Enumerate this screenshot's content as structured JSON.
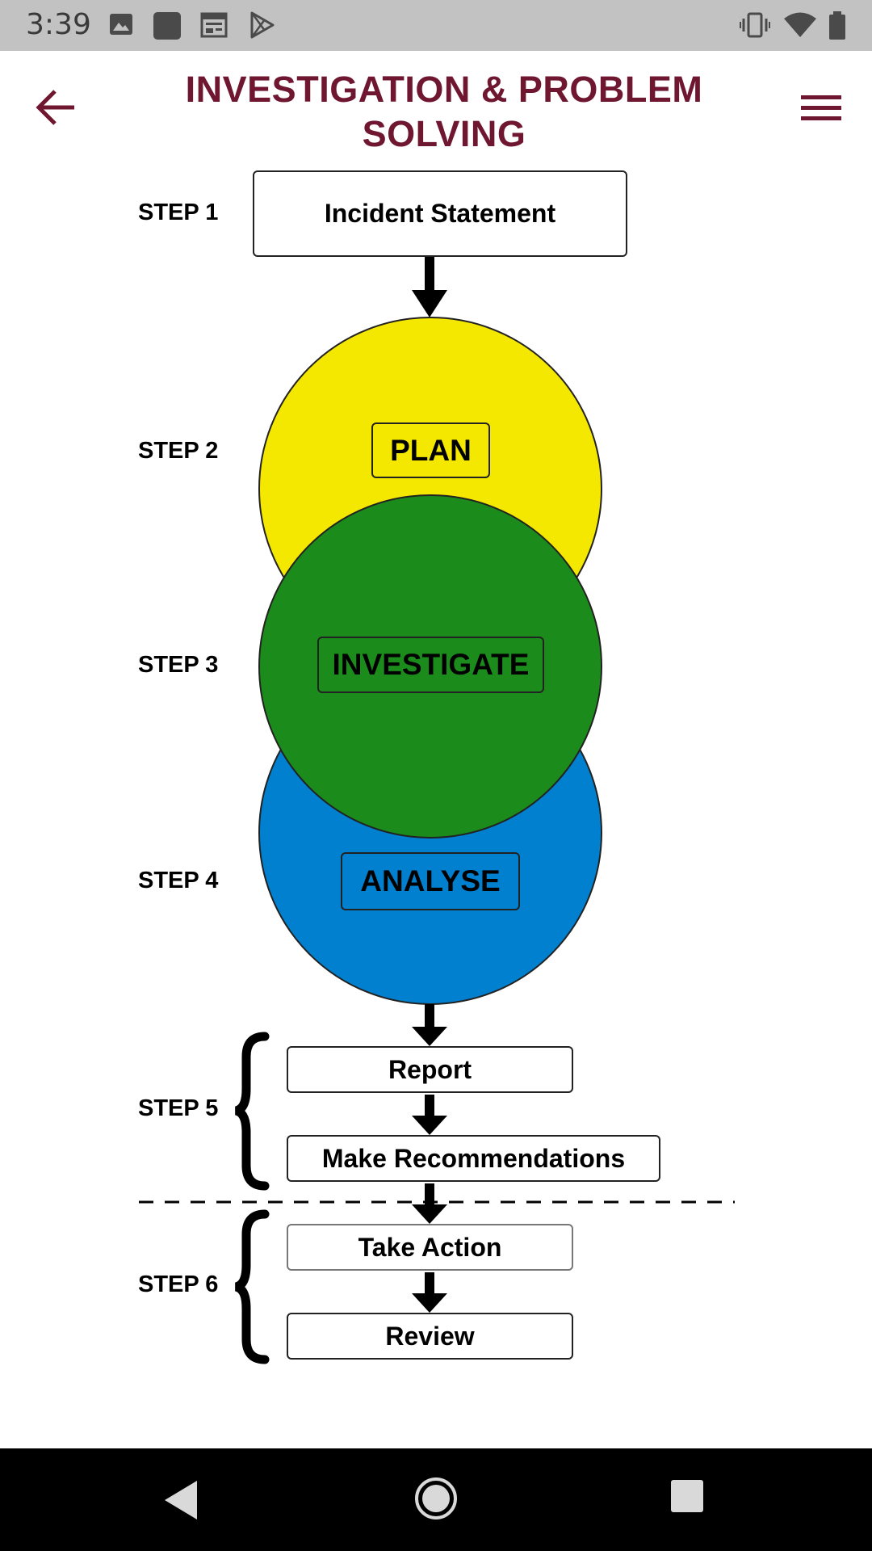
{
  "status_bar": {
    "time": "3:39",
    "left_icons": [
      "image-icon",
      "app-square-icon",
      "calendar-icon",
      "play-store-icon"
    ],
    "right_icons": [
      "vibrate-icon",
      "wifi-icon",
      "battery-icon"
    ]
  },
  "header": {
    "title": "INVESTIGATION & PROBLEM SOLVING",
    "back_icon": "arrow-left-icon",
    "menu_icon": "hamburger-menu-icon",
    "accent_color": "#6f1730"
  },
  "diagram": {
    "steps": [
      {
        "label": "STEP 1",
        "items": [
          "Incident Statement"
        ]
      },
      {
        "label": "STEP 2",
        "items": [
          "PLAN"
        ]
      },
      {
        "label": "STEP 3",
        "items": [
          "INVESTIGATE"
        ]
      },
      {
        "label": "STEP 4",
        "items": [
          "ANALYSE"
        ]
      },
      {
        "label": "STEP 5",
        "items": [
          "Report",
          "Make Recommendations"
        ]
      },
      {
        "label": "STEP 6",
        "items": [
          "Take Action",
          "Review"
        ]
      }
    ],
    "colors": {
      "plan": "#f5e800",
      "investigate": "#1b8c1b",
      "analyse": "#0080cf"
    }
  },
  "nav_bar": {
    "back": "nav-back-icon",
    "home": "nav-home-icon",
    "recents": "nav-recents-icon"
  }
}
